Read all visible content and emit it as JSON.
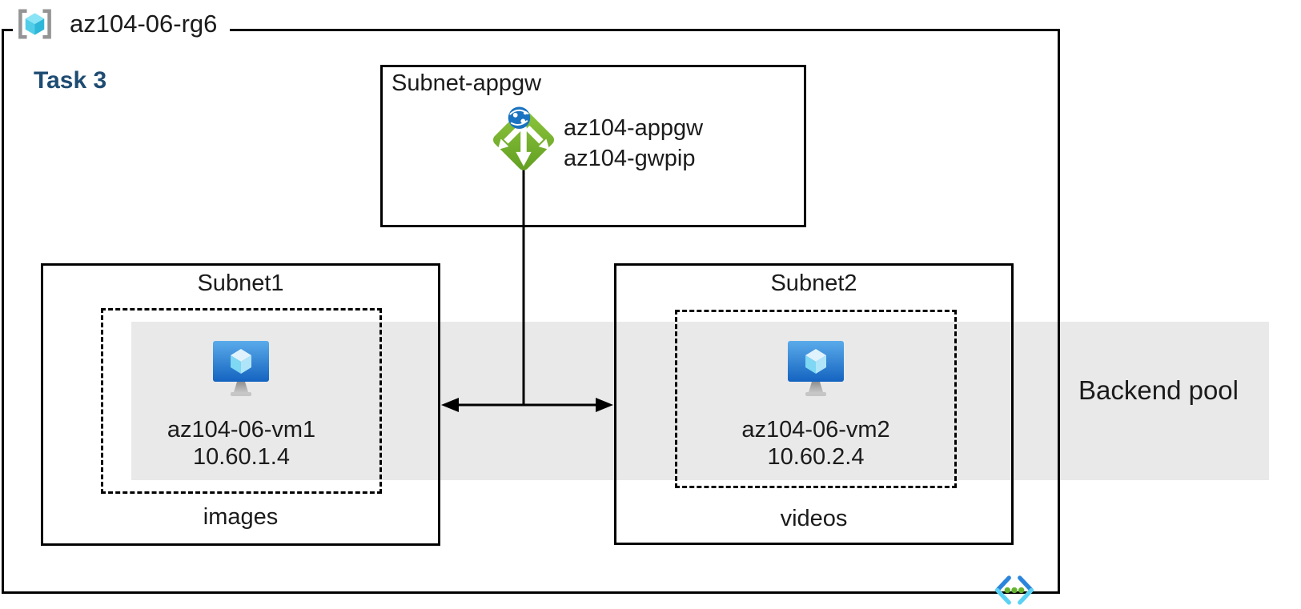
{
  "header": {
    "resource_group": "az104-06-rg6",
    "task": "Task 3"
  },
  "appgw_subnet": {
    "title": "Subnet-appgw",
    "gateway_name": "az104-appgw",
    "public_ip_name": "az104-gwpip"
  },
  "subnet1": {
    "title": "Subnet1",
    "vm": {
      "name": "az104-06-vm1",
      "ip": "10.60.1.4"
    },
    "container_label": "images"
  },
  "subnet2": {
    "title": "Subnet2",
    "vm": {
      "name": "az104-06-vm2",
      "ip": "10.60.2.4"
    },
    "container_label": "videos"
  },
  "backend_pool": {
    "label": "Backend pool"
  },
  "icons": {
    "resource_group": "resource-group-icon",
    "application_gateway": "application-gateway-icon",
    "virtual_machine": "virtual-machine-icon",
    "virtual_network": "virtual-network-icon"
  },
  "colors": {
    "border_black": "#000000",
    "task_heading_blue": "#1e4c72",
    "backend_pool_band_gray": "#e9e9e9",
    "appgw_green": "#76b041",
    "appgw_globe_blue": "#1a73c0",
    "vm_monitor_blue_top": "#5aabea",
    "vm_monitor_blue_bottom": "#1463c0",
    "rg_cube_cyan": "#52cde8",
    "rg_bracket_gray": "#949494",
    "vnet_chevron_blue": "#2b85dc",
    "vnet_chevron_cyan": "#5ad2f4",
    "vnet_dot_green": "#65b22e"
  }
}
